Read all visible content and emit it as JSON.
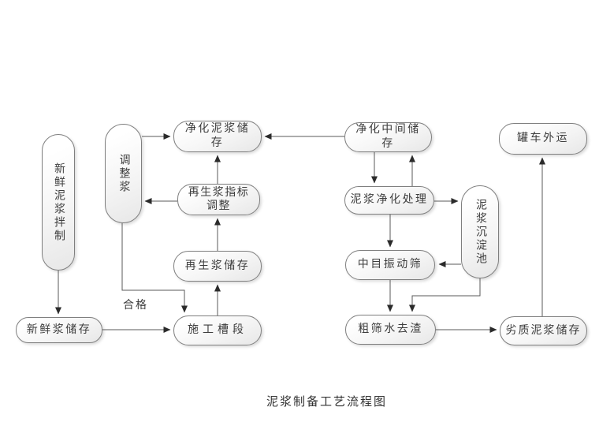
{
  "title": "泥浆制备工艺流程图",
  "labels": {
    "qualified": "合格"
  },
  "colors": {
    "background": "#ffffff",
    "node_border": "#7f7f7f",
    "node_fill_light": "#ffffff",
    "node_fill_dark": "#e7e7e7",
    "connector": "#595959",
    "arrowhead": "#2b2b2b",
    "text": "#3d3d3d"
  },
  "nodes": {
    "fresh_mud_mixing": {
      "label": "新鲜泥浆拌制"
    },
    "adjustment_slurry": {
      "label": "调整浆"
    },
    "purified_mud_storage": {
      "label": "净化泥浆储存"
    },
    "regen_slurry_index_adjust": {
      "label": "再生浆指标调整"
    },
    "regen_slurry_storage": {
      "label": "再生浆储存"
    },
    "construction_trench": {
      "label": "施工槽段"
    },
    "fresh_slurry_storage": {
      "label": "新鲜浆储存"
    },
    "purified_intermediate_storage": {
      "label": "净化中间储存"
    },
    "mud_purification": {
      "label": "泥浆净化处理"
    },
    "mud_sedimentation_pool": {
      "label": "泥浆沉淀池"
    },
    "medium_mesh_vibrating_screen": {
      "label": "中目振动筛"
    },
    "coarse_screen_deslagging": {
      "label": "粗筛水去渣"
    },
    "inferior_mud_storage": {
      "label": "劣质泥浆储存"
    },
    "tanker_outbound": {
      "label": "罐车外运"
    }
  },
  "edges": [
    {
      "from": "新鲜泥浆拌制",
      "to": "新鲜浆储存",
      "label": ""
    },
    {
      "from": "新鲜浆储存",
      "to": "施工槽段",
      "label": ""
    },
    {
      "from": "调整浆",
      "to": "净化泥浆储存",
      "label": ""
    },
    {
      "from": "再生浆指标调整",
      "to": "调整浆",
      "label": ""
    },
    {
      "from": "调整浆",
      "to": "施工槽段",
      "label": "合格"
    },
    {
      "from": "施工槽段",
      "to": "再生浆储存",
      "label": ""
    },
    {
      "from": "再生浆储存",
      "to": "再生浆指标调整",
      "label": ""
    },
    {
      "from": "再生浆指标调整",
      "to": "净化泥浆储存",
      "label": ""
    },
    {
      "from": "净化中间储存",
      "to": "净化泥浆储存",
      "label": ""
    },
    {
      "from": "净化中间储存",
      "to": "泥浆净化处理",
      "label": ""
    },
    {
      "from": "泥浆净化处理",
      "to": "净化中间储存",
      "label": ""
    },
    {
      "from": "泥浆净化处理",
      "to": "泥浆沉淀池",
      "label": ""
    },
    {
      "from": "泥浆净化处理",
      "to": "中目振动筛",
      "label": ""
    },
    {
      "from": "泥浆沉淀池",
      "to": "中目振动筛",
      "label": ""
    },
    {
      "from": "中目振动筛",
      "to": "粗筛水去渣",
      "label": ""
    },
    {
      "from": "泥浆沉淀池",
      "to": "粗筛水去渣",
      "label": ""
    },
    {
      "from": "粗筛水去渣",
      "to": "劣质泥浆储存",
      "label": ""
    },
    {
      "from": "劣质泥浆储存",
      "to": "罐车外运",
      "label": ""
    }
  ]
}
